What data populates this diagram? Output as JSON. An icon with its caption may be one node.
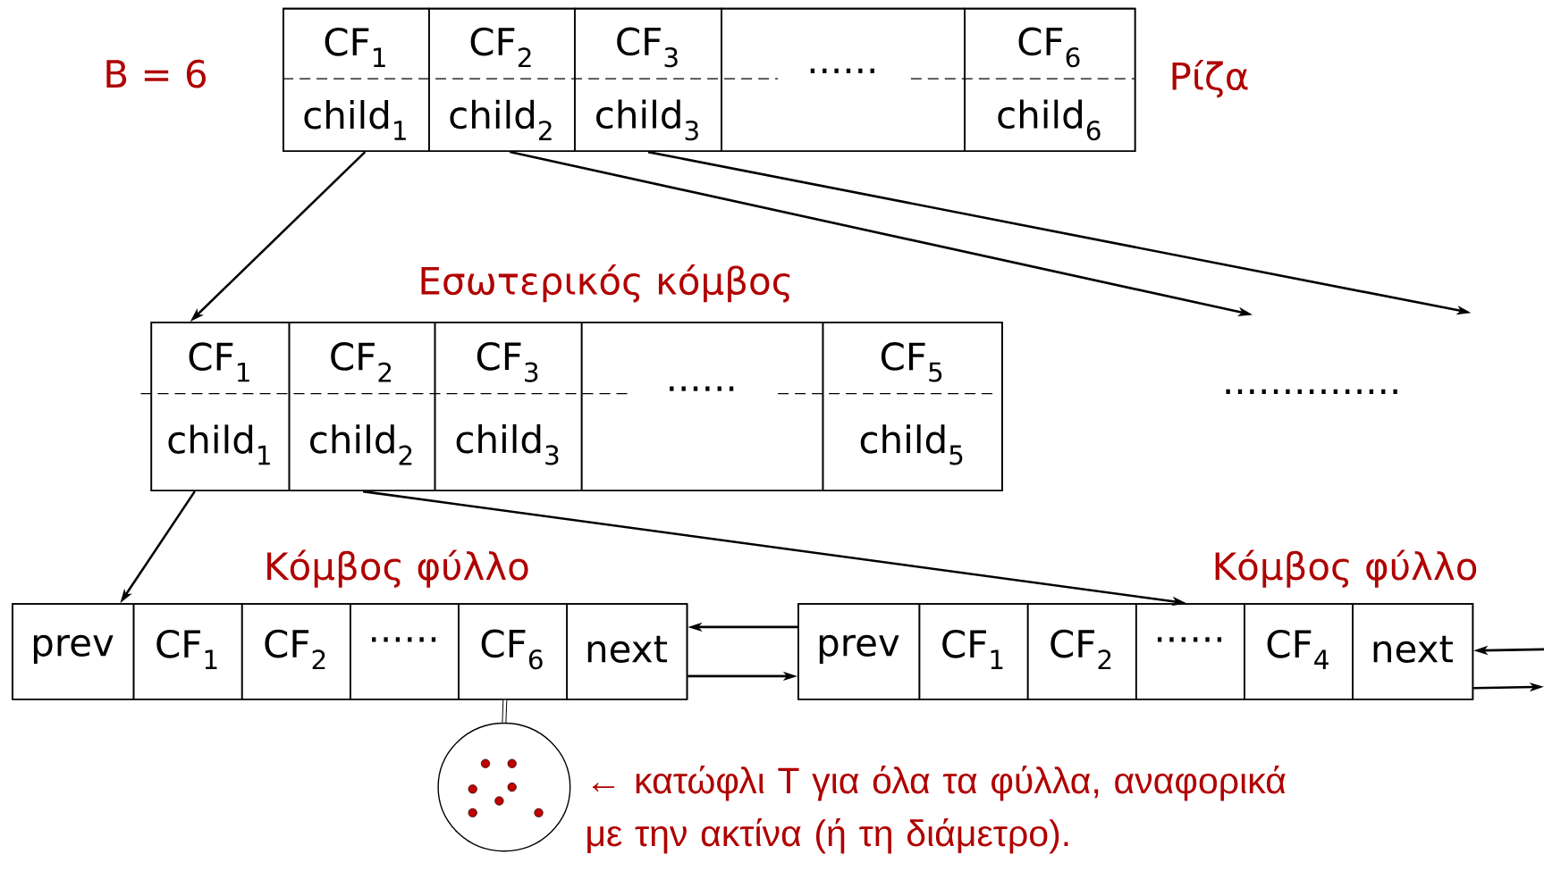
{
  "diagram": {
    "nodes": [
      {
        "text": [],
        "shape": "box",
        "beside": [
          "Ρίζα"
        ]
      },
      {
        "text": [
          "CF$_{1}$",
          "child$_{1}$"
        ],
        "in": 0
      },
      {
        "text": [
          "CF$_{2}$",
          "child$_{2}$"
        ],
        "in": 0
      },
      {
        "text": [
          "CF$_{3}$",
          "child$_{3}$"
        ],
        "in": 0
      },
      {
        "text": [
          "......"
        ],
        "in": 0
      },
      {
        "text": [
          "CF$_{6}$",
          "child$_{6}$"
        ],
        "in": 0
      },
      {
        "text": [
          "Εσωτερικός κόμβος"
        ]
      },
      {
        "text": [
          "CF$_{1}$",
          "child$_{1}$"
        ],
        "in": 6
      },
      {
        "text": [
          "CF$_{2}$",
          "child$_{2}$"
        ],
        "in": 6
      },
      {
        "text": [
          "CF$_{3}$",
          "child$_{3}$"
        ],
        "in": 6
      },
      {
        "text": [
          "......"
        ],
        "in": 6
      },
      {
        "text": [
          "CF$_{5}$",
          "child$_{5}$"
        ],
        "in": 6
      },
      {
        "text": [
          "Κόμβος φύλλο"
        ]
      },
      {
        "text": [
          "prev"
        ],
        "in": 12
      },
      {
        "text": [
          "CF$_{1}$"
        ],
        "in": 12
      },
      {
        "text": [
          "CF$_{2}$"
        ],
        "in": 12
      },
      {
        "text": [
          "......"
        ],
        "in": 12
      },
      {
        "text": [
          "CF$_{6}$"
        ],
        "in": 12
      },
      {
        "text": [
          "next"
        ],
        "in": 12
      },
      {
        "text": [
          "Κόμβος φύλλο"
        ]
      },
      {
        "text": [
          "prev"
        ],
        "in": 19
      },
      {
        "text": [
          "CF$_{1}$"
        ],
        "in": 19
      },
      {
        "text": [
          "CF$_{2}$"
        ],
        "in": 19
      },
      {
        "text": [
          "......"
        ],
        "in": 19
      },
      {
        "text": [
          "CF$_{4}$"
        ],
        "in": 19
      },
      {
        "text": [
          "next"
        ],
        "in": 19
      },
      {
        "text": [],
        "shape": "circle",
        "beside": [
          "← κατώφλι Τ για όλα τα φύλλα, αναφορικά με την ακτίνα (ή τη διάμετρο)."
        ]
      }
    ],
    "edges": [
      {
        "from": 1,
        "to": 6,
        "arrow": "to"
      },
      {
        "from": 2,
        "to": null,
        "arrow": "to"
      },
      {
        "from": 3,
        "to": null,
        "arrow": "to"
      },
      {
        "from": 7,
        "to": 12,
        "arrow": "to"
      },
      {
        "from": 8,
        "to": 19,
        "arrow": "to"
      },
      {
        "from": 20,
        "to": 18,
        "arrow": "to"
      },
      {
        "from": 18,
        "to": 20,
        "arrow": "to"
      },
      {
        "from": null,
        "to": 25,
        "arrow": "to"
      },
      {
        "from": 25,
        "to": null,
        "arrow": "to"
      },
      {
        "from": 17,
        "to": 26,
        "arrow": "none"
      }
    ],
    "labels": [
      "B = 6",
      "..............."
    ]
  }
}
